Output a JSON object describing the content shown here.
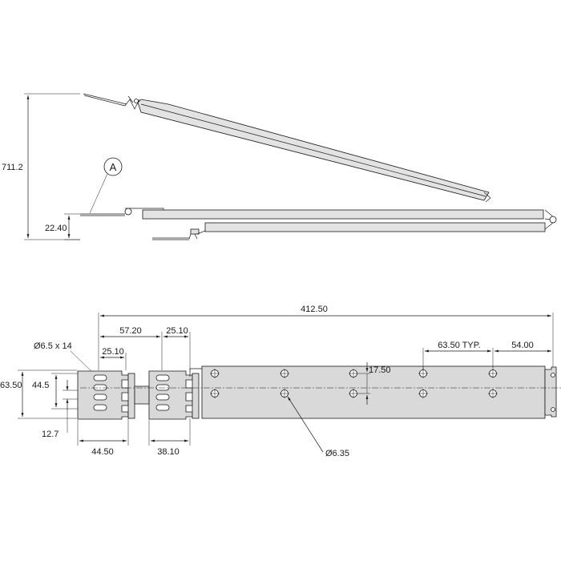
{
  "side_view": {
    "dim_height": "711.2",
    "dim_offset": "22.40",
    "callout_label": "A"
  },
  "plan_view": {
    "dim_overall_length": "412.50",
    "dim_slot_pitch": "57.20",
    "dim_clip_width_upper": "25.10",
    "dim_clip_width_left": "25.10",
    "dim_slot_size": "Ø6.5 x 14",
    "dim_bracket_height": "63.50",
    "dim_slot_span": "44.5",
    "dim_slot_spacing": "12.7",
    "dim_left_bracket_width": "44.50",
    "dim_mid_bracket_width": "38.10",
    "dim_hole_vertical": "17.50",
    "dim_hole_pitch": "63.50 TYP.",
    "dim_end_offset": "54.00",
    "dim_hole_dia": "Ø6.35"
  }
}
